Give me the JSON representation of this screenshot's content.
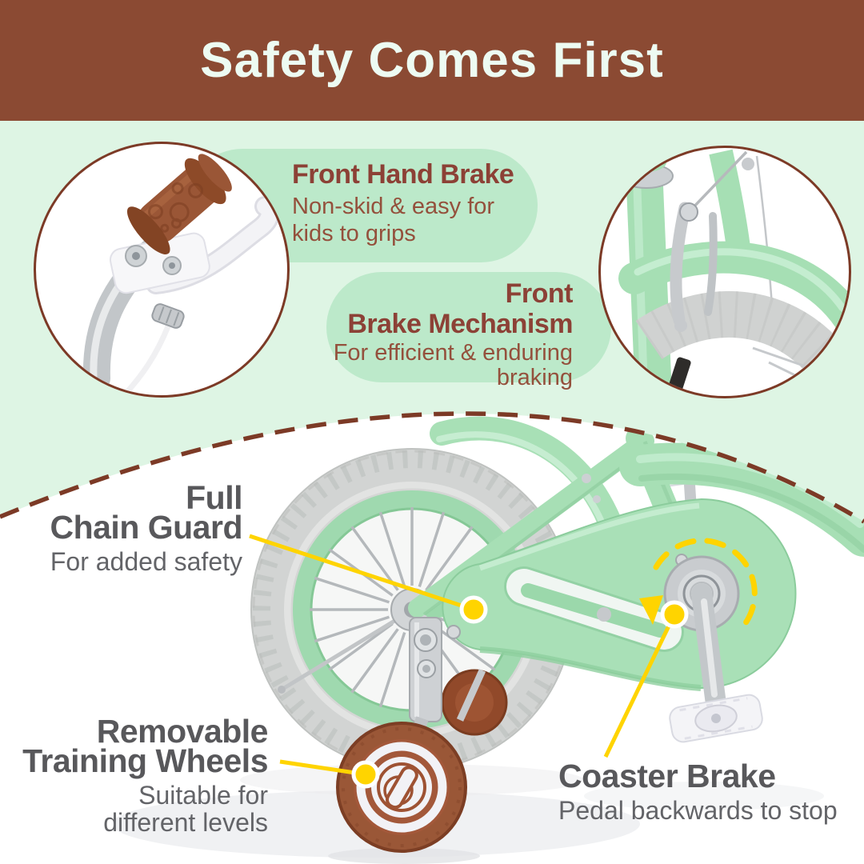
{
  "header": {
    "title": "Safety Comes First"
  },
  "callouts": {
    "front_hand_brake": {
      "title": "Front Hand Brake",
      "description_lines": [
        "Non-skid & easy for",
        "kids to grips"
      ]
    },
    "front_brake_mechanism": {
      "title_lines": [
        "Front",
        "Brake Mechanism"
      ],
      "description_lines": [
        "For efficient & enduring",
        "braking"
      ]
    },
    "full_chain_guard": {
      "title_lines": [
        "Full",
        "Chain Guard"
      ],
      "description_lines": [
        "For added safety"
      ]
    },
    "removable_training_wheels": {
      "title_lines": [
        "Removable",
        "Training Wheels"
      ],
      "description_lines": [
        "Suitable for",
        "different levels"
      ]
    },
    "coaster_brake": {
      "title": "Coaster Brake",
      "description_lines": [
        "Pedal backwards to stop"
      ]
    }
  },
  "images": {
    "left_circle": "hand-brake-close-up-photo",
    "right_circle": "front-brake-mechanism-photo",
    "main": "bike-rear-view-with-training-wheels-photo"
  },
  "colors": {
    "banner_bg": "#8B4A33",
    "banner_text": "#EDFBF2",
    "background_top": "#DEF5E4",
    "pill_bg": "#BCE9CA",
    "heading_brick": "#8C4136",
    "body_brick": "#94503C",
    "heading_gray": "#58585B",
    "body_gray": "#636468",
    "accent_yellow": "#FFD400",
    "dashed_line_brown": "#7C3A26",
    "bike_mint": "#A7DFB5",
    "training_wheel_brown": "#9A5737"
  }
}
